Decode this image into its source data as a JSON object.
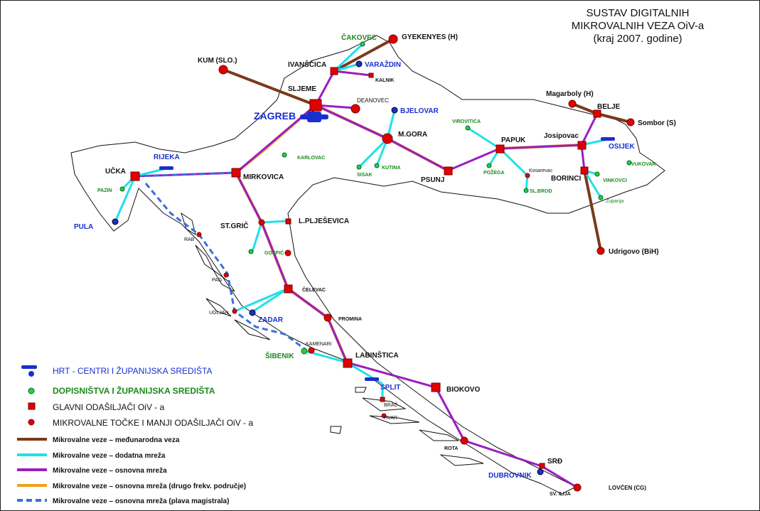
{
  "title": {
    "line1": "SUSTAV DIGITALNIH",
    "line2": "MIKROVALNIH VEZA OiV-a",
    "line3": "(kraj 2007. godine)"
  },
  "colors": {
    "international": "#7a3a1a",
    "additional": "#22e0e8",
    "basic": "#9a1ec0",
    "basic_other_band": "#f2a01e",
    "blue_backbone": "#3a6ee0",
    "hrt_blue": "#1a2fd0",
    "green": "#1a8a1a",
    "red": "#e00000",
    "coast": "#111111"
  },
  "labels": {
    "kum": "KUM (SLO.)",
    "cakovec": "ČAKOVEC",
    "gyekenyes": "GYEKENYES (H)",
    "ivanscica": "IVANŠČICA",
    "varazdin": "VARAŽDIN",
    "kalnik": "KALNIK",
    "sljeme": "SLJEME",
    "deanovec": "DEANOVEC",
    "bjelovar": "BJELOVAR",
    "zagreb": "ZAGREB",
    "mgora": "M.GORA",
    "virovitica": "VIROVITICA",
    "papuk": "PAPUK",
    "magarboly": "Magarboly (H)",
    "belje": "BELJE",
    "sombor": "Sombor (S)",
    "josipovac": "Josipovac",
    "osijek": "OSIJEK",
    "vukovar": "VUKOVAR",
    "borinci": "BORINCI",
    "vinkovci": "VINKOVCI",
    "zupanja": "Županja",
    "kosarevac": "Kosarevac",
    "slbrod": "SL.BROD",
    "pozega": "POŽEGA",
    "psunj": "PSUNJ",
    "sisak": "SISAK",
    "kutina": "KUTINA",
    "karlovac": "KARLOVAC",
    "rijeka": "RIJEKA",
    "ucka": "UČKA",
    "mirkovica": "MIRKOVICA",
    "pazin": "PAZIN",
    "pula": "PULA",
    "udrigovo": "Udrigovo (BiH)",
    "stgric": "ST.GRIČ",
    "lpljesevica": "L.PLJEŠEVICA",
    "gospic": "GOSPIĆ",
    "rab": "RAB",
    "pag": "PAG",
    "celevac": "ČELEVAC",
    "ugljan": "UGLJAN",
    "zadar": "ZADAR",
    "promina": "PROMINA",
    "kamenari": "KAMENARI",
    "sibenik": "ŠIBENIK",
    "labinstica": "LABINŠTICA",
    "split": "SPLIT",
    "biokovo": "BIOKOVO",
    "brac": "BRAČ",
    "hvar": "HVAR",
    "rota": "ROTA",
    "srd": "SRĐ",
    "dubrovnik": "DUBROVNIK",
    "svilija": "SV. ILIJA",
    "lovcen": "LOVĆEN (CG)"
  },
  "legend": {
    "hrt": "HRT - CENTRI I ŽUPANIJSKA SREDIŠTA",
    "dopisnistva": "DOPISNIŠTVA I ŽUPANIJSKA SREDIŠTA",
    "glavni": "GLAVNI ODAŠILJAČI OiV - a",
    "tocke": "MIKROVALNE TOČKE I MANJI ODAŠILJAČI OiV - a",
    "international": "Mikrovalne veze – međunarodna veza",
    "additional": "Mikrovalne veze – dodatna mreža",
    "basic": "Mikrovalne veze – osnovna mreža",
    "basic_other": "Mikrovalne veze – osnovna mreža (drugo frekv. područje)",
    "blue": "Mikrovalne veze – osnovna mreža (plava magistrala)"
  }
}
